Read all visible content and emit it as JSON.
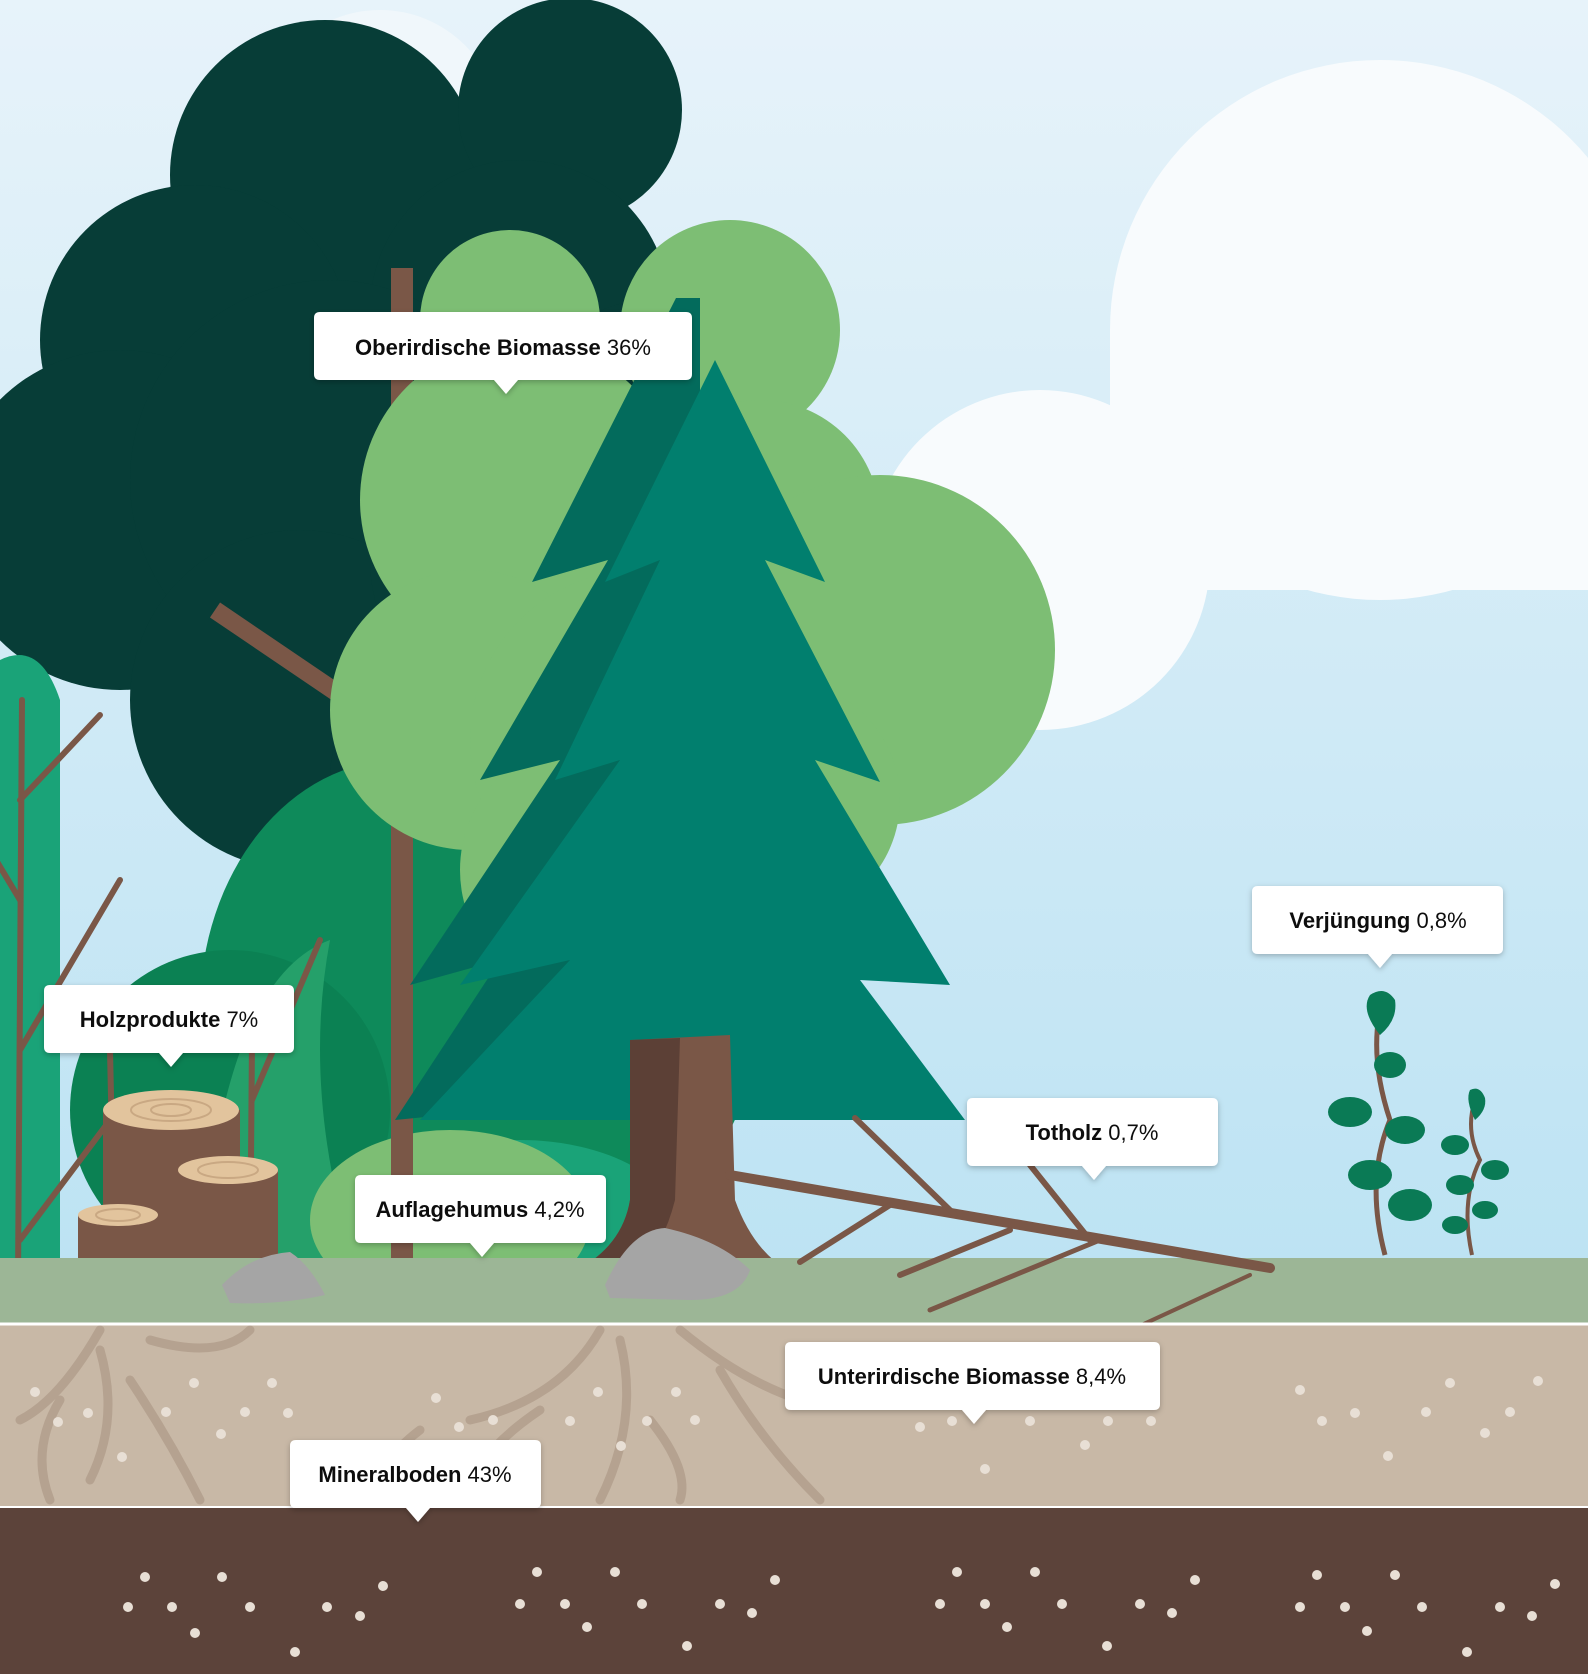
{
  "diagram": {
    "callouts": [
      {
        "id": "oberirdisch",
        "label": "Oberirdische Biomasse",
        "value": "36%"
      },
      {
        "id": "holzprodukte",
        "label": "Holzprodukte",
        "value": "7%"
      },
      {
        "id": "verjuengung",
        "label": "Verjüngung",
        "value": "0,8%"
      },
      {
        "id": "totholz",
        "label": "Totholz",
        "value": "0,7%"
      },
      {
        "id": "auflagehumus",
        "label": "Auflagehumus",
        "value": "4,2%"
      },
      {
        "id": "unterirdisch",
        "label": "Unterirdische Biomasse",
        "value": "8,4%"
      },
      {
        "id": "mineralboden",
        "label": "Mineralboden",
        "value": "43%"
      }
    ]
  },
  "colors": {
    "sky_top": "#e6f3fa",
    "sky_bottom": "#bde3f3",
    "cloud": "#f7fbfd",
    "dark_tree": "#073d37",
    "light_tree": "#7dbe74",
    "spruce_dark": "#036b5c",
    "spruce_light": "#017f6e",
    "bush_green": "#0e8a5a",
    "bush_light": "#1aa378",
    "trunk": "#7a5747",
    "trunk_dark": "#5c4036",
    "ground": "#9cb696",
    "soil_upper": "#c8b8a6",
    "soil_lower": "#5c433a",
    "stone": "#a5a5a5",
    "leaf": "#0a7a55",
    "callout_bg": "#ffffff"
  }
}
